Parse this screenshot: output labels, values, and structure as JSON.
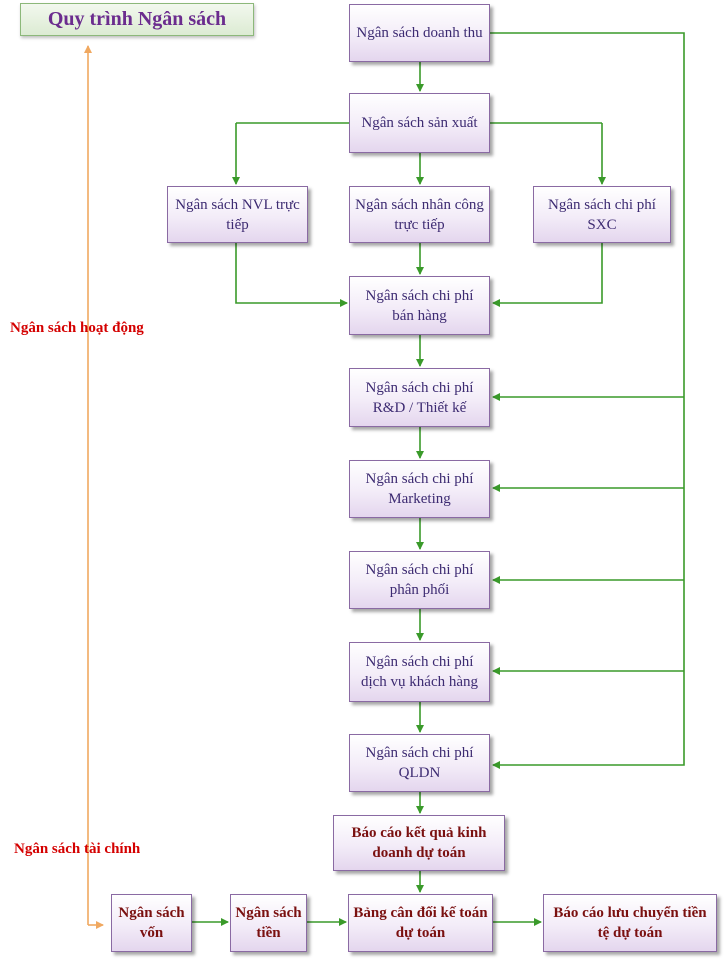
{
  "title": "Quy trình Ngân sách",
  "labels": {
    "operating": "Ngân sách hoạt động",
    "financial": "Ngân sách tài chính"
  },
  "nodes": {
    "revenue": "Ngân sách doanh thu",
    "production": "Ngân sách sản xuất",
    "materials": "Ngân sách NVL trực tiếp",
    "labor": "Ngân sách nhân công trực tiếp",
    "overhead": "Ngân sách chi phí SXC",
    "selling": "Ngân sách chi phí bán hàng",
    "rnd": "Ngân sách chi phí R&D / Thiết kế",
    "marketing": "Ngân sách chi phí Marketing",
    "distribution": "Ngân sách chi phí phân phối",
    "customer_service": "Ngân sách chi phí dịch vụ khách hàng",
    "admin": "Ngân sách chi phí QLDN",
    "income_statement": "Báo cáo kết quả kinh doanh dự toán",
    "capital": "Ngân sách vốn",
    "cash": "Ngân sách tiền",
    "balance_sheet": "Bảng cân đối kế toán dự toán",
    "cash_flow": "Báo cáo lưu chuyển tiền tệ dự toán"
  },
  "colors": {
    "connector": "#3a9a2a",
    "bracket": "#f0a860",
    "side_label": "#d40000",
    "title_text": "#6b2c8e"
  }
}
